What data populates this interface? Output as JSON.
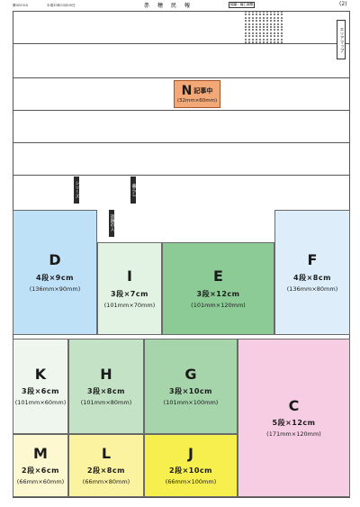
{
  "header": {
    "left_code": "第003310",
    "left_date": "平成30年03月05日",
    "title": "赤穂民報",
    "box_label": "稲葉・磯仁新聞",
    "page_number": "(2)"
  },
  "tags": {
    "corner": "エリアマップ",
    "column_a": "シリーズ",
    "column_b": "暮らし",
    "column_c": "話題の人"
  },
  "n_box": {
    "letter": "N",
    "text": "記事中",
    "size": "(32mm×60mm)"
  },
  "ads": {
    "D": {
      "letter": "D",
      "dims": "4段×9cm",
      "mm": "(136mm×90mm)",
      "color": "#bfe1f7"
    },
    "I": {
      "letter": "I",
      "dims": "3段×7cm",
      "mm": "(101mm×70mm)",
      "color": "#e3f3e3"
    },
    "E": {
      "letter": "E",
      "dims": "3段×12cm",
      "mm": "(101mm×120mm)",
      "color": "#8ccb96"
    },
    "F": {
      "letter": "F",
      "dims": "4段×8cm",
      "mm": "(136mm×80mm)",
      "color": "#ddeefa"
    },
    "K": {
      "letter": "K",
      "dims": "3段×6cm",
      "mm": "(101mm×60mm)",
      "color": "#eef6ee"
    },
    "H": {
      "letter": "H",
      "dims": "3段×8cm",
      "mm": "(101mm×80mm)",
      "color": "#c4e3c6"
    },
    "G": {
      "letter": "G",
      "dims": "3段×10cm",
      "mm": "(101mm×100mm)",
      "color": "#a6d5ab"
    },
    "C": {
      "letter": "C",
      "dims": "5段×12cm",
      "mm": "(171mm×120mm)",
      "color": "#f6cde3"
    },
    "M": {
      "letter": "M",
      "dims": "2段×6cm",
      "mm": "(66mm×60mm)",
      "color": "#fdf8cf"
    },
    "L": {
      "letter": "L",
      "dims": "2段×8cm",
      "mm": "(66mm×80mm)",
      "color": "#fcf3a0"
    },
    "J": {
      "letter": "J",
      "dims": "2段×10cm",
      "mm": "(66mm×100mm)",
      "color": "#f7ef4e"
    }
  }
}
